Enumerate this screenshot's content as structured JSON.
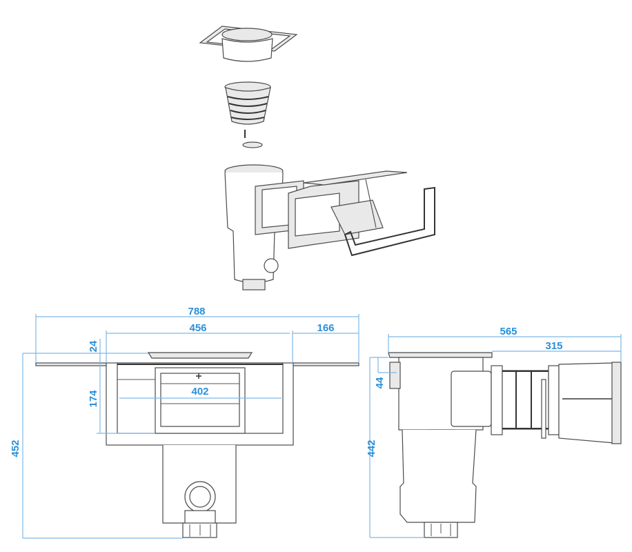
{
  "title": "Skimmer technical drawing",
  "dimension_color": "#2a8fd8",
  "front_view": {
    "overall_width": "788",
    "body_width": "456",
    "deck_extension": "166",
    "lid_height": "24",
    "mouth_height": "174",
    "mouth_width": "402",
    "total_height": "452"
  },
  "side_view": {
    "overall_length": "565",
    "mouth_length": "315",
    "nozzle_offset": "44",
    "total_height": "442"
  }
}
